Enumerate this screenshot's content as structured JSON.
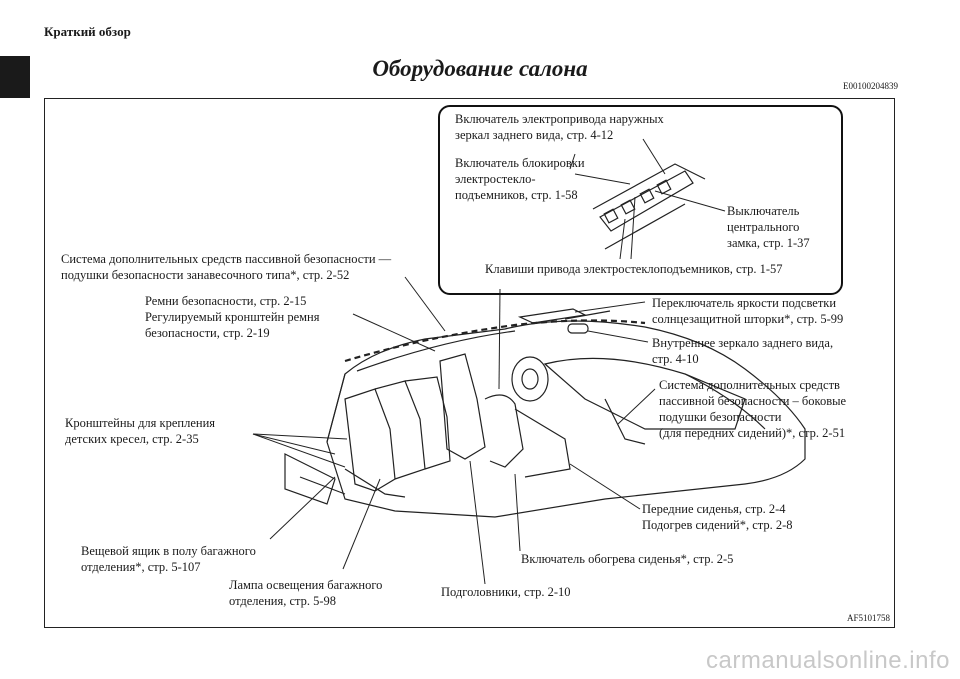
{
  "header": {
    "section": "Краткий обзор"
  },
  "page": {
    "title": "Оборудование салона",
    "code": "E00100204839"
  },
  "figure": {
    "code": "AF5101758",
    "labels": {
      "mirror_switch": [
        "Включатель электропривода наружных",
        "зеркал заднего вида, стр. 4-12"
      ],
      "window_lock": [
        "Включатель блокировки",
        "электростекло-",
        "подъемников, стр. 1-58"
      ],
      "central_lock": [
        "Выключатель",
        "центрального",
        "замка, стр. 1-37"
      ],
      "window_keys": [
        "Клавиши привода электростеклоподъемников, стр. 1-57"
      ],
      "curtain_airbags": [
        "Система дополнительных средств пассивной безопасности —",
        "подушки безопасности занавесочного типа*, стр. 2-52"
      ],
      "seat_belts": [
        "Ремни безопасности, стр. 2-15",
        "Регулируемый кронштейн ремня",
        "безопасности, стр. 2-19"
      ],
      "sunvisor": [
        "Переключатель яркости подсветки",
        "солнцезащитной шторки*, стр. 5-99"
      ],
      "mirror_inner": [
        "Внутреннее зеркало заднего вида,",
        "стр. 4-10"
      ],
      "side_airbags": [
        "Система дополнительных средств",
        "пассивной безопасности – боковые",
        "подушки безопасности",
        "(для передних сидений)*, стр. 2-51"
      ],
      "child_anchors": [
        "Кронштейны для крепления",
        "детских кресел, стр. 2-35"
      ],
      "front_seats": [
        "Передние сиденья, стр. 2-4",
        "Подогрев сидений*, стр. 2-8"
      ],
      "cargo_box": [
        "Вещевой ящик в полу багажного",
        "отделения*, стр. 5-107"
      ],
      "seat_heater": [
        "Включатель обогрева сиденья*, стр. 2-5"
      ],
      "cargo_lamp": [
        "Лампа освещения багажного",
        "отделения, стр. 5-98"
      ],
      "headrests": [
        "Подголовники, стр. 2-10"
      ]
    }
  },
  "watermark": "carmanualsonline.info"
}
